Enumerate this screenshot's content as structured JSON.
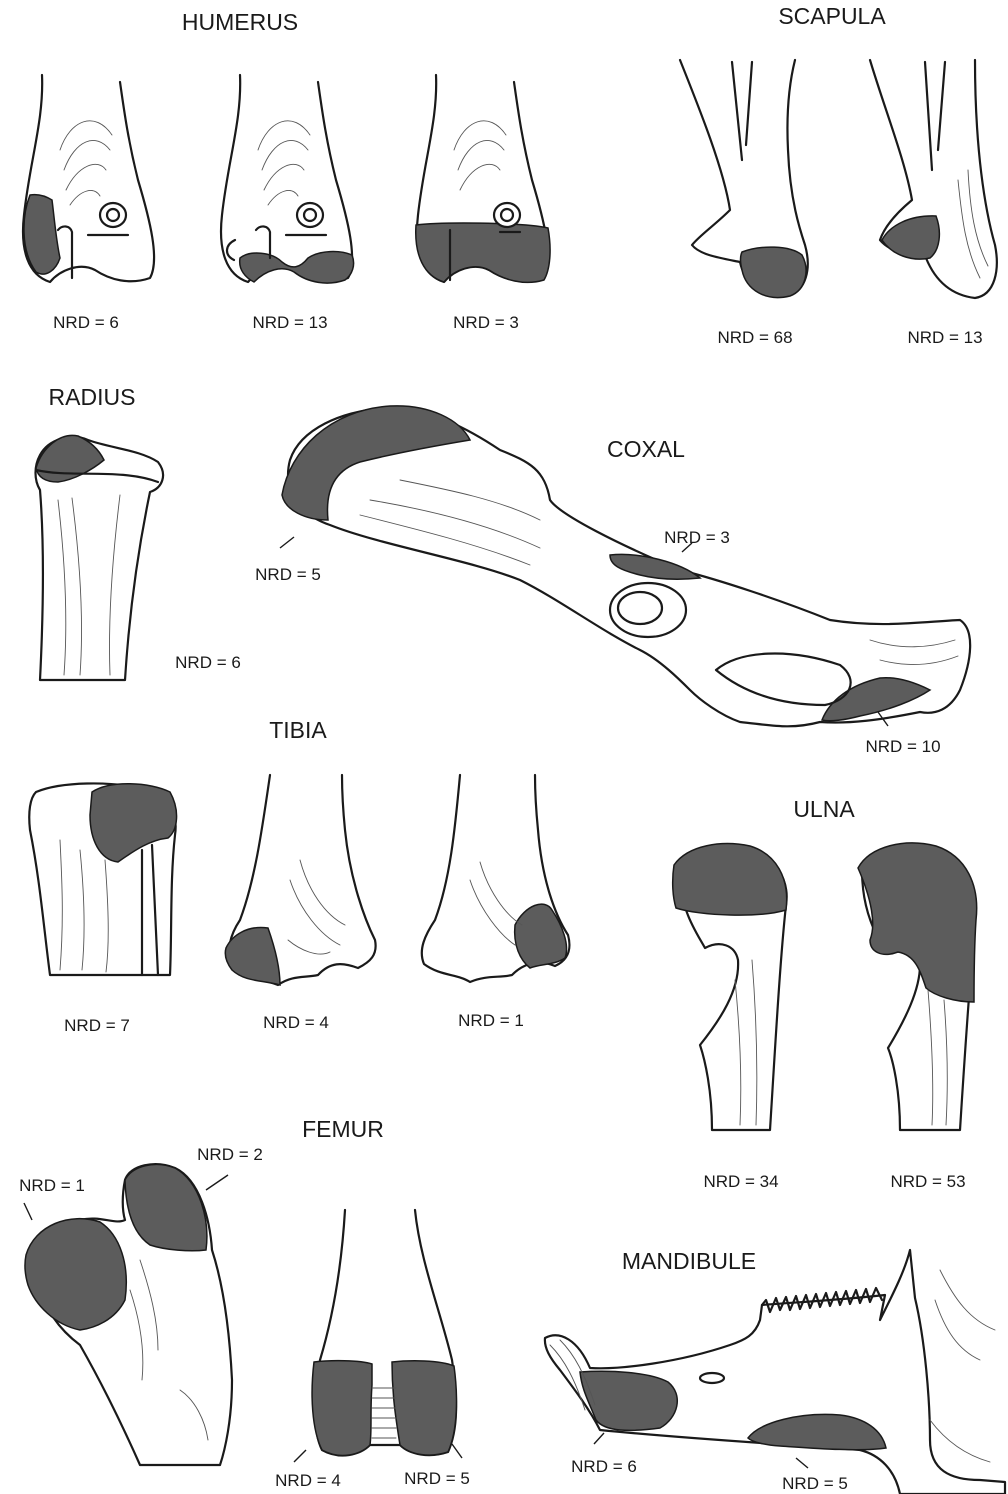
{
  "titles": {
    "humerus": "HUMERUS",
    "scapula": "SCAPULA",
    "radius": "RADIUS",
    "coxal": "COXAL",
    "tibia": "TIBIA",
    "ulna": "ULNA",
    "femur": "FEMUR",
    "mandibule": "MANDIBULE"
  },
  "labels": {
    "humerus_1": "NRD = 6",
    "humerus_2": "NRD = 13",
    "humerus_3": "NRD = 3",
    "scapula_1": "NRD = 68",
    "scapula_2": "NRD = 13",
    "radius_1": "NRD = 6",
    "coxal_1": "NRD = 5",
    "coxal_2": "NRD = 3",
    "coxal_3": "NRD = 10",
    "tibia_1": "NRD = 7",
    "tibia_2": "NRD = 4",
    "tibia_3": "NRD = 1",
    "ulna_1": "NRD = 34",
    "ulna_2": "NRD = 53",
    "femur_1": "NRD = 1",
    "femur_2": "NRD = 2",
    "femur_3": "NRD = 4",
    "femur_4": "NRD = 5",
    "mandibule_1": "NRD = 6",
    "mandibule_2": "NRD = 5"
  },
  "colors": {
    "zone_fill": "#5c5c5c",
    "outline": "#1a1a1a",
    "background": "#ffffff"
  }
}
